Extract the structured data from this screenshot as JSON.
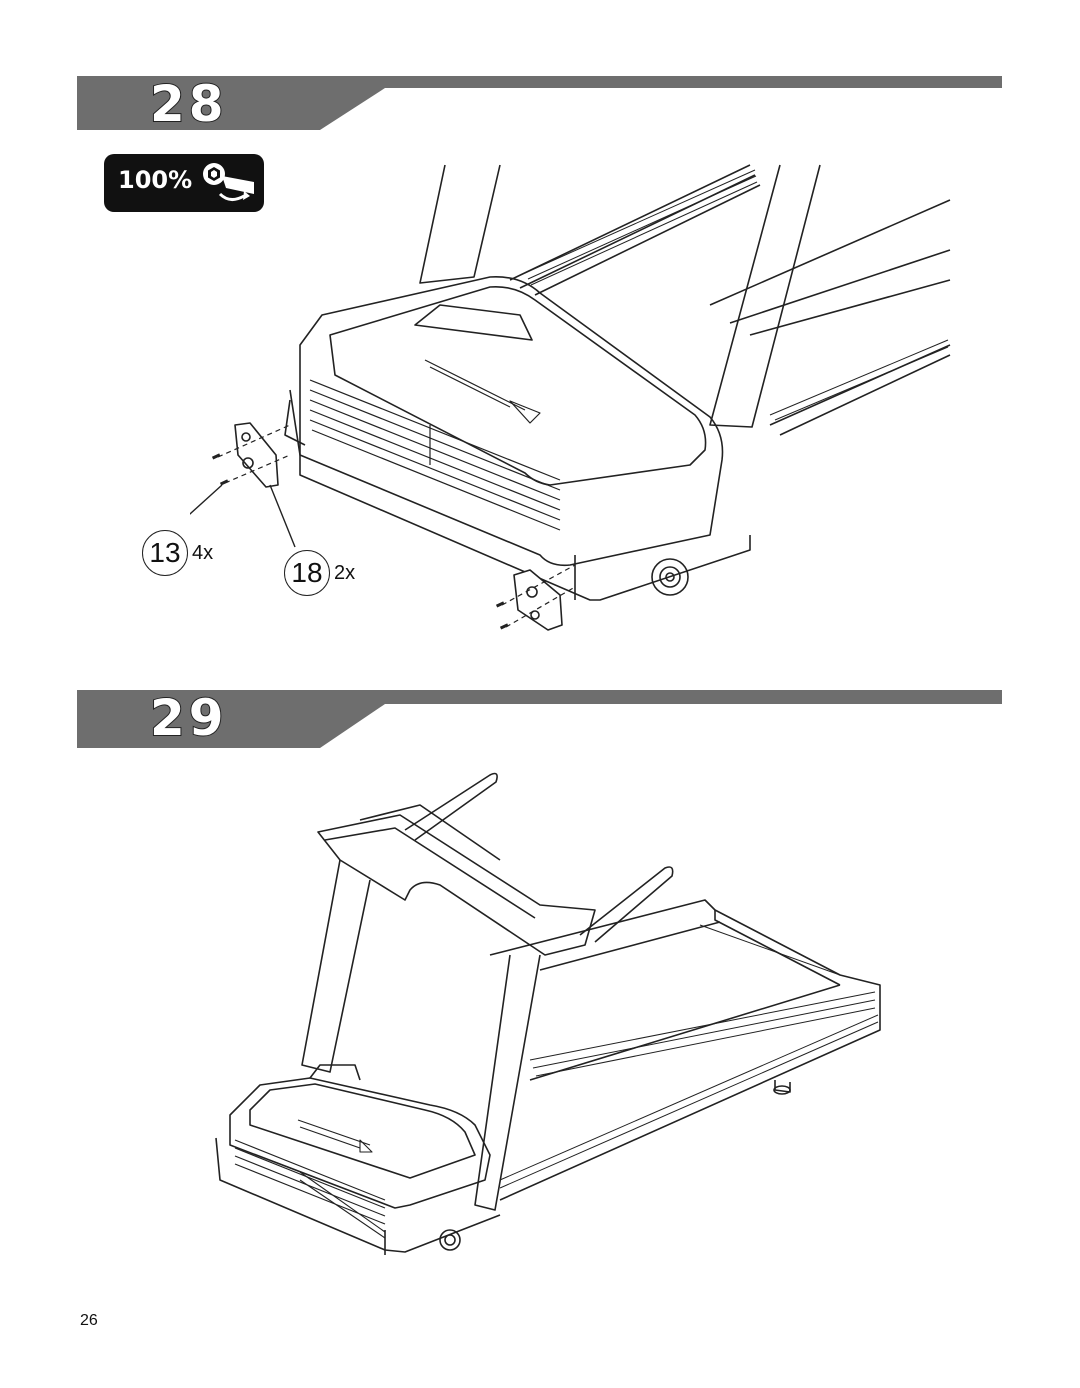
{
  "steps": [
    {
      "number": "28",
      "torque_badge": {
        "label": "100%",
        "icon": "wrench-tighten-icon"
      },
      "callouts": [
        {
          "part": "13",
          "quantity": "4x"
        },
        {
          "part": "18",
          "quantity": "2x"
        }
      ],
      "illustration": "treadmill-rear-end-caps-installation"
    },
    {
      "number": "29",
      "illustration": "treadmill-assembled-overview"
    }
  ],
  "colors": {
    "banner_gray": "#6e6e6e",
    "banner_line": "#6e6e6e",
    "badge_bg": "#111111"
  },
  "page_number": "26"
}
